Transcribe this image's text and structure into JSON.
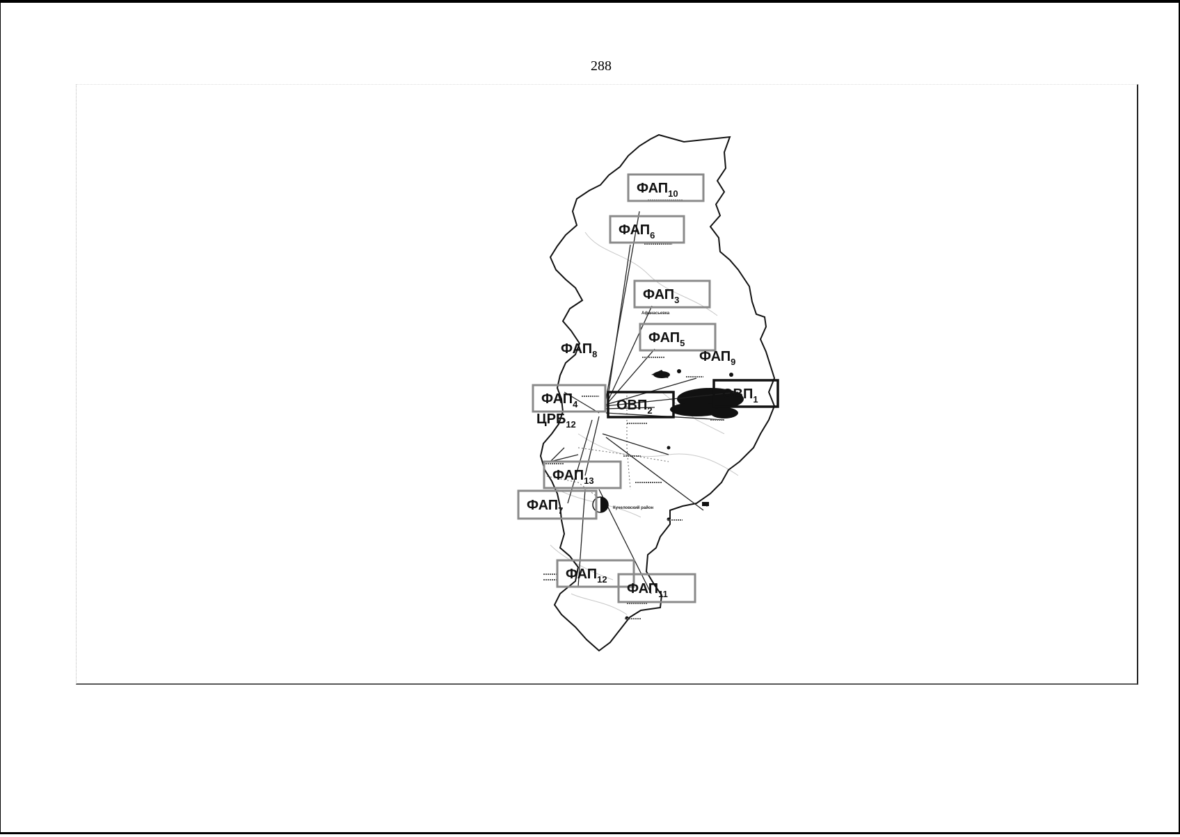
{
  "page": {
    "number": "288"
  },
  "map": {
    "facilities": [
      {
        "id": "fap10",
        "base": "ФАП",
        "sub": "10",
        "boxed": true,
        "thick": false
      },
      {
        "id": "fap6",
        "base": "ФАП",
        "sub": "6",
        "boxed": true,
        "thick": false
      },
      {
        "id": "fap3",
        "base": "ФАП",
        "sub": "3",
        "boxed": true,
        "thick": false
      },
      {
        "id": "fap5",
        "base": "ФАП",
        "sub": "5",
        "boxed": true,
        "thick": false
      },
      {
        "id": "fap8",
        "base": "ФАП",
        "sub": "8",
        "boxed": false,
        "thick": false
      },
      {
        "id": "fap9",
        "base": "ФАП",
        "sub": "9",
        "boxed": false,
        "thick": false
      },
      {
        "id": "ovp1",
        "base": "ОВП",
        "sub": "1",
        "boxed": true,
        "thick": true
      },
      {
        "id": "ovp2",
        "base": "ОВП",
        "sub": "2",
        "boxed": true,
        "thick": true
      },
      {
        "id": "fap4",
        "base": "ФАП",
        "sub": "4",
        "boxed": true,
        "thick": false
      },
      {
        "id": "crb12",
        "base": "ЦРБ",
        "sub": "12",
        "boxed": false,
        "thick": false
      },
      {
        "id": "fap13",
        "base": "ФАП",
        "sub": "13",
        "boxed": true,
        "thick": false
      },
      {
        "id": "fap7",
        "base": "ФАП",
        "sub": "7",
        "boxed": true,
        "thick": false
      },
      {
        "id": "fap12",
        "base": "ФАП",
        "sub": "12",
        "boxed": true,
        "thick": false
      },
      {
        "id": "fap11",
        "base": "ФАП",
        "sub": "11",
        "boxed": true,
        "thick": false
      }
    ],
    "place_labels": [
      {
        "id": "afanasyevka",
        "text": "Афанасьевка"
      },
      {
        "id": "kuchenyaevskiy",
        "text": "Кучеловский район"
      }
    ],
    "colors": {
      "boundary": "#111111",
      "connector": "#222222",
      "box_thin": "#8a8a8a",
      "box_thick": "#111111",
      "settlement_blob": "#111111"
    }
  }
}
